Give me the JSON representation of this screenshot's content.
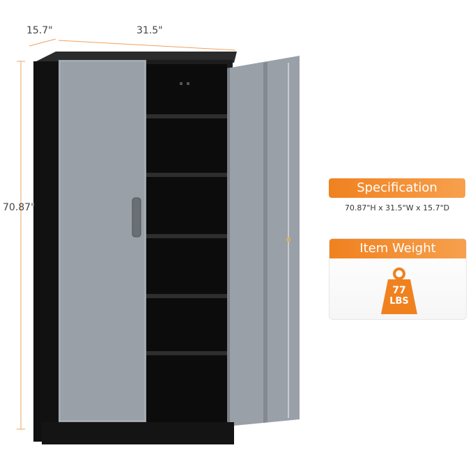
{
  "dimensions": {
    "depth": "15.7\"",
    "width": "31.5\"",
    "height": "70.87\""
  },
  "specification": {
    "title": "Specification",
    "text": "70.87\"H x 31.5\"W x 15.7\"D"
  },
  "weight": {
    "title": "Item Weight",
    "value": "77",
    "unit": "LBS"
  },
  "colors": {
    "accent": "#f0811f",
    "cabinet_body": "#1a1a1a",
    "door": "#9aa0a8"
  }
}
